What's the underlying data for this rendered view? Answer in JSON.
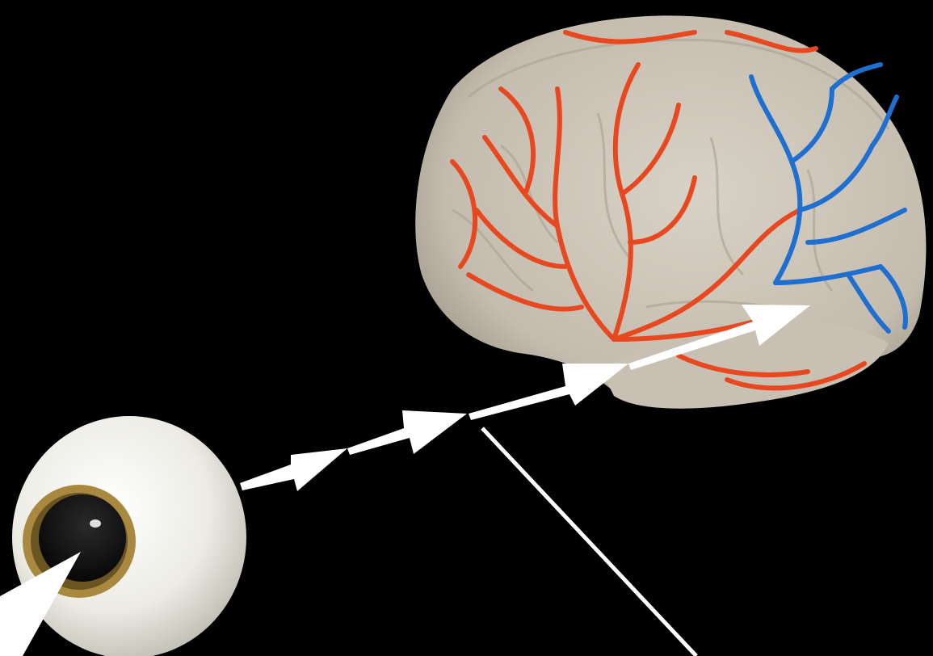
{
  "scene": {
    "background_color": "#000000",
    "elements": [
      {
        "name": "eyeball",
        "kind": "eye-model",
        "colors": {
          "sclera": "#ecebe4",
          "iris": "#a8893f",
          "pupil": "#0b0b0b"
        }
      },
      {
        "name": "brain",
        "kind": "brain-model",
        "colors": {
          "surface": "#c9c2b5",
          "arteries": "#e8481f",
          "veins": "#1f6fd1"
        }
      },
      {
        "name": "visual-pathway-arrows",
        "kind": "arrow-chain",
        "count": 4,
        "color": "#ffffff"
      },
      {
        "name": "incoming-light-arrow",
        "kind": "arrow",
        "color": "#ffffff"
      },
      {
        "name": "branch-line",
        "kind": "line",
        "color": "#ffffff"
      }
    ]
  }
}
